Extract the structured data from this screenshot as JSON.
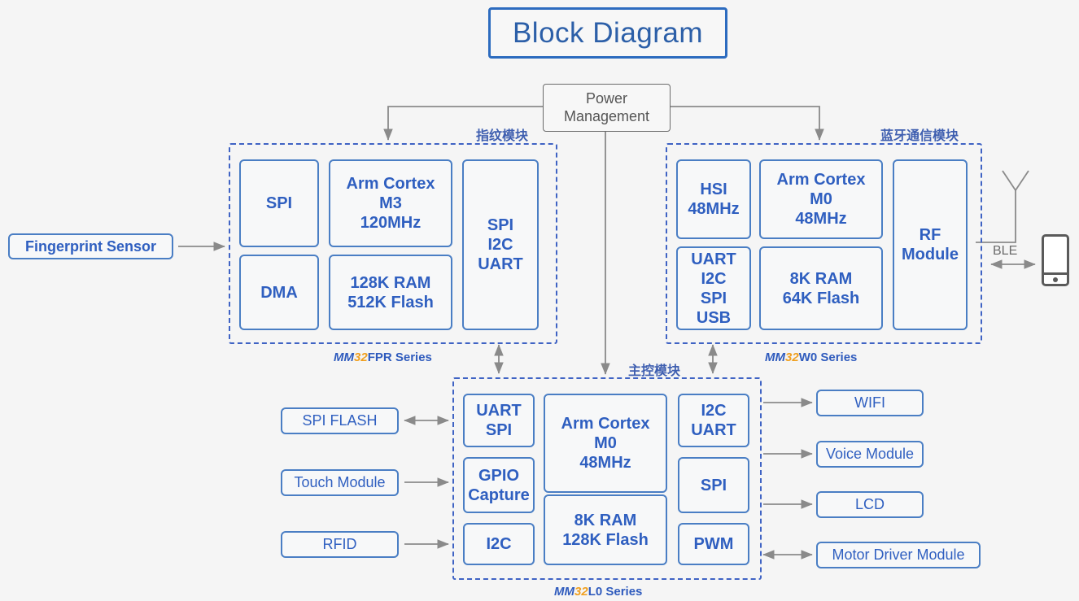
{
  "page": {
    "title": "Block Diagram",
    "background_color": "#f5f5f5",
    "accent_blue": "#2f5fc0",
    "border_blue": "#4a7ec4",
    "dashed_blue": "#3f63c4",
    "orange": "#f0a020",
    "gray": "#6b6b6b"
  },
  "power": {
    "line1": "Power",
    "line2": "Management"
  },
  "external": {
    "fingerprint_sensor": "Fingerprint Sensor",
    "ble_label": "BLE",
    "phone_icon": "smartphone-icon",
    "antenna_icon": "antenna-icon"
  },
  "modules": {
    "fingerprint": {
      "cn_label": "指纹模块",
      "series": {
        "mm": "MM",
        "num": "32",
        "rest": "FPR Series"
      },
      "blocks": [
        {
          "name": "spi",
          "lines": [
            "SPI"
          ]
        },
        {
          "name": "dma",
          "lines": [
            "DMA"
          ]
        },
        {
          "name": "core",
          "lines": [
            "Arm Cortex",
            "M3",
            "120MHz"
          ]
        },
        {
          "name": "memory",
          "lines": [
            "128K RAM",
            "512K Flash"
          ]
        },
        {
          "name": "interfaces",
          "lines": [
            "SPI",
            "I2C",
            "UART"
          ]
        }
      ]
    },
    "bluetooth": {
      "cn_label": "蓝牙通信模块",
      "series": {
        "mm": "MM",
        "num": "32",
        "rest": "W0 Series"
      },
      "blocks": [
        {
          "name": "hsi",
          "lines": [
            "HSI",
            "48MHz"
          ]
        },
        {
          "name": "interfaces",
          "lines": [
            "UART",
            "I2C",
            "SPI",
            "USB"
          ]
        },
        {
          "name": "core",
          "lines": [
            "Arm Cortex",
            "M0",
            "48MHz"
          ]
        },
        {
          "name": "memory",
          "lines": [
            "8K RAM",
            "64K Flash"
          ]
        },
        {
          "name": "rf",
          "lines": [
            "RF",
            "Module"
          ]
        }
      ]
    },
    "main_control": {
      "cn_label": "主控模块",
      "series": {
        "mm": "MM",
        "num": "32",
        "rest": "L0 Series"
      },
      "blocks": [
        {
          "name": "uart-spi",
          "lines": [
            "UART",
            "SPI"
          ]
        },
        {
          "name": "gpio",
          "lines": [
            "GPIO",
            "Capture"
          ]
        },
        {
          "name": "i2c-left",
          "lines": [
            "I2C"
          ]
        },
        {
          "name": "core",
          "lines": [
            "Arm Cortex",
            "M0",
            "48MHz"
          ]
        },
        {
          "name": "memory",
          "lines": [
            "8K RAM",
            "128K Flash"
          ]
        },
        {
          "name": "i2c-uart",
          "lines": [
            "I2C",
            "UART"
          ]
        },
        {
          "name": "spi-right",
          "lines": [
            "SPI"
          ]
        },
        {
          "name": "pwm",
          "lines": [
            "PWM"
          ]
        }
      ]
    }
  },
  "peripherals": {
    "left": [
      {
        "name": "spi-flash",
        "label": "SPI FLASH",
        "arrow": "bidirectional"
      },
      {
        "name": "touch-module",
        "label": "Touch Module",
        "arrow": "right"
      },
      {
        "name": "rfid",
        "label": "RFID",
        "arrow": "right"
      }
    ],
    "right": [
      {
        "name": "wifi",
        "label": "WIFI",
        "arrow": "right"
      },
      {
        "name": "voice-module",
        "label": "Voice Module",
        "arrow": "right"
      },
      {
        "name": "lcd",
        "label": "LCD",
        "arrow": "right"
      },
      {
        "name": "motor-driver-module",
        "label": "Motor Driver Module",
        "arrow": "bidirectional"
      }
    ]
  }
}
